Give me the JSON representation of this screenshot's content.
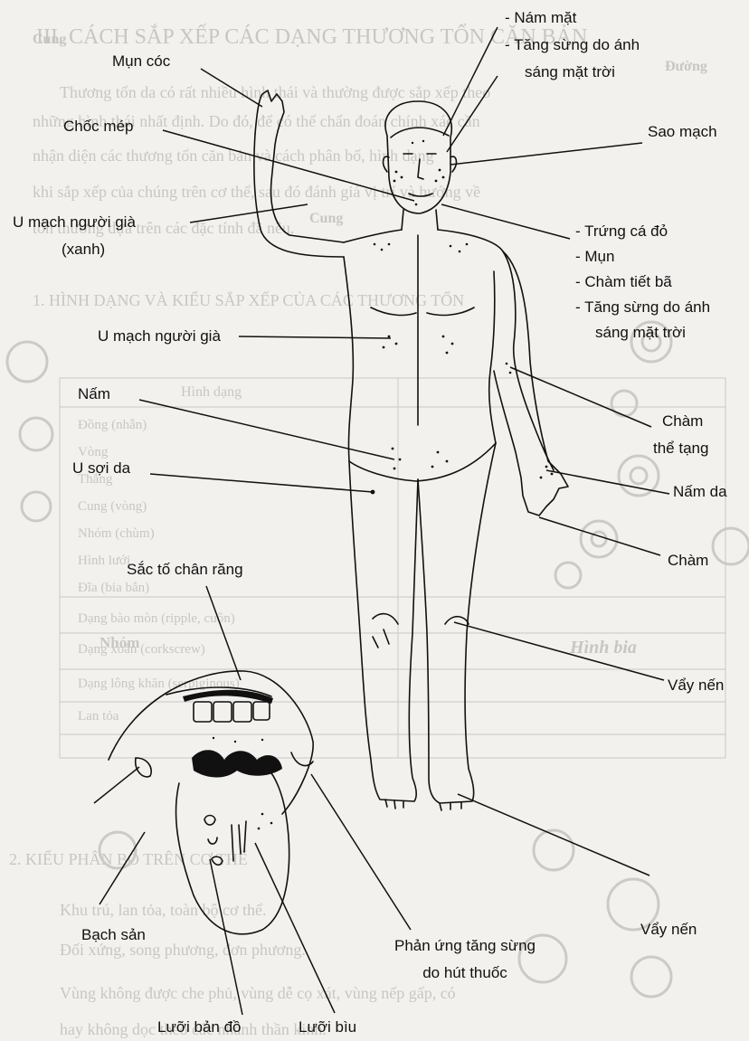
{
  "background_text": {
    "heading": "III. CÁCH SẮP XẾP CÁC DẠNG THƯƠNG TỔN CĂN BẢN",
    "side_word_top": "Cung",
    "side_word_2": "Đường",
    "para_lines": [
      "Thương tổn da có rất nhiều hình thái và thường được sắp xếp theo",
      "những hình thái nhất định. Do đó, để có thể chẩn đoán chính xác cần",
      "nhận diện các thương tổn căn bản và cách phân bố, hình dạng",
      "khi sắp xếp của chúng trên cơ thể, sau đó đánh giá vị trí và hướng về",
      "tổn thương dựa trên các đặc tính đã nêu."
    ],
    "cung_label": "Cung",
    "section_title": "1. HÌNH DẠNG VÀ KIỂU SẮP XẾP CỦA CÁC THƯƠNG TỔN",
    "table_header": "Hình dạng",
    "table_rows": [
      "Đồng (nhẫn)",
      "Vòng",
      "Thẳng",
      "Cung (vòng)",
      "Nhóm (chùm)",
      "Hình lưới",
      "Đĩa (bia bắn)",
      "Dạng bào mòn (ripple, cuộn)",
      "Dạng xoắn (corkscrew)",
      "Dạng lông khăn (serpiginous)",
      "Lan tỏa"
    ],
    "nhom": "Nhóm",
    "hinh_bia": "Hình bia",
    "section_2": "2. KIỂU PHÂN BỐ TRÊN CƠ THỂ",
    "bottom_lines": [
      "Khu trú, lan tỏa, toàn bộ cơ thể.",
      "Đối xứng, song phương, đơn phương.",
      "Vùng không được che phủ, vùng dễ cọ xát, vùng nếp gấp, có",
      "hay không dọc theo các nhánh thần kinh."
    ]
  },
  "labels": {
    "nam_mat": "- Nám mặt",
    "tang_sung_1a": "- Tăng sừng do ánh",
    "tang_sung_1b": "sáng mặt trời",
    "mun_coc": "Mụn cóc",
    "choc_mep": "Chốc mép",
    "sao_mach": "Sao mạch",
    "u_mach_xanh_a": "U mạch người già",
    "u_mach_xanh_b": "(xanh)",
    "trung_ca": "- Trứng cá đỏ",
    "mun": "- Mụn",
    "cham_tiet_ba": "- Chàm tiết bã",
    "tang_sung_2a": "- Tăng sừng do ánh",
    "tang_sung_2b": "sáng mặt trời",
    "u_mach": "U mạch người già",
    "nam": "Nấm",
    "cham_the_tang_a": "Chàm",
    "cham_the_tang_b": "thể tạng",
    "u_soi_da": "U sợi da",
    "nam_da": "Nấm da",
    "cham": "Chàm",
    "sac_to": "Sắc tố chân răng",
    "vay_nen_1": "Vẩy nến",
    "bach_san": "Bạch sản",
    "phan_ung_a": "Phản ứng tăng sừng",
    "phan_ung_b": "do hút thuốc",
    "vay_nen_2": "Vẩy nến",
    "luoi_ban_do": "Lưỡi bản đồ",
    "luoi_biu": "Lưỡi bìu"
  },
  "colors": {
    "line": "#111111",
    "watermark": "#c9c6c2",
    "paper": "#f3f1ee"
  }
}
